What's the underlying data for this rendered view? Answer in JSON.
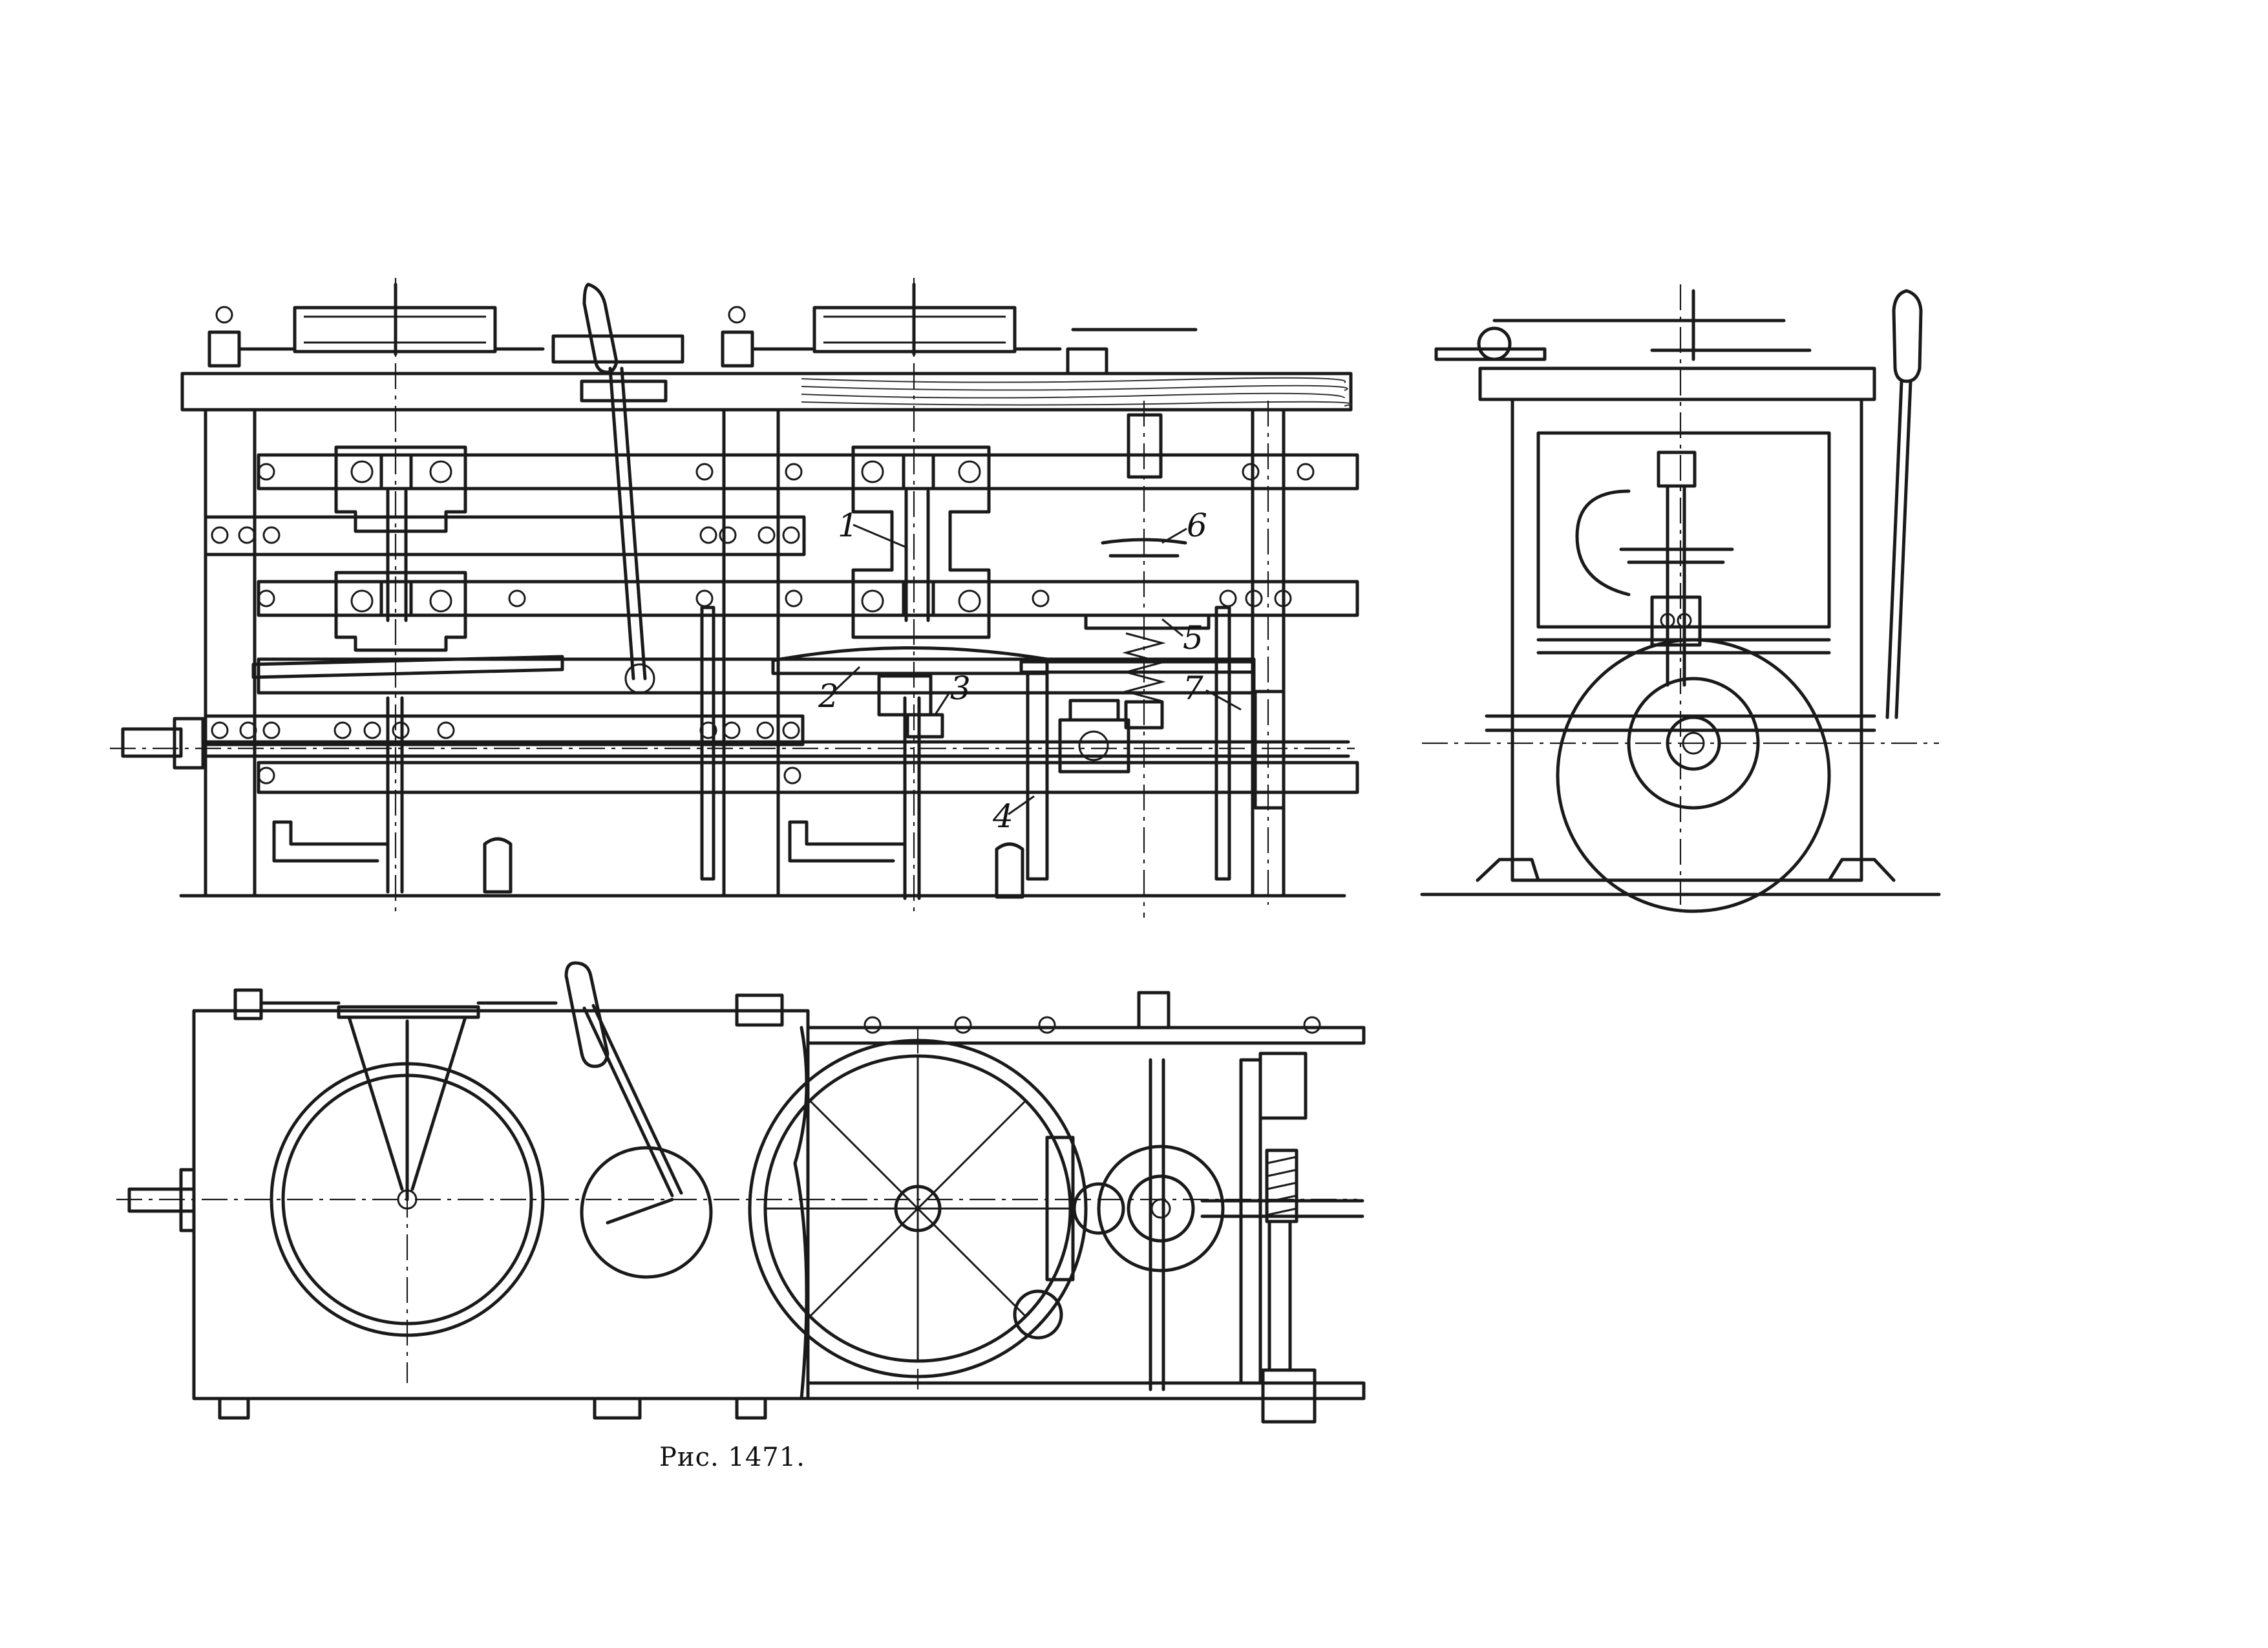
{
  "figure": {
    "caption": "Рис. 1471."
  },
  "part_labels": [
    "1",
    "2",
    "3",
    "4",
    "5",
    "6",
    "7"
  ]
}
